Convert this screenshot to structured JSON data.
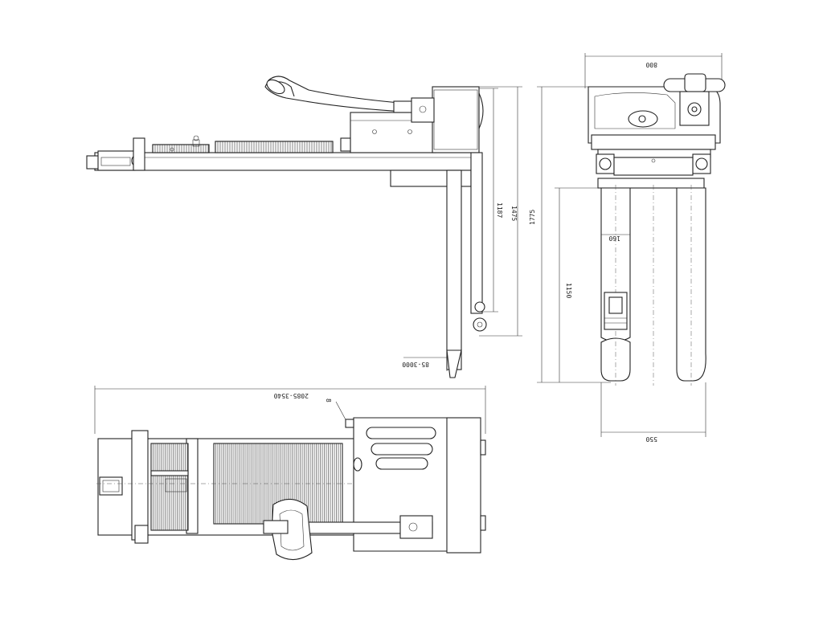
{
  "dimensions": {
    "width_top": "800",
    "lift_1187": "1187",
    "height_1475": "1475",
    "height_1775": "1775",
    "fork_1150": "1150",
    "fork_width_160": "160",
    "fork_spread_550": "550",
    "fork_length": "85-3000",
    "overall_length": "2085-3540",
    "callout_8": "8"
  }
}
